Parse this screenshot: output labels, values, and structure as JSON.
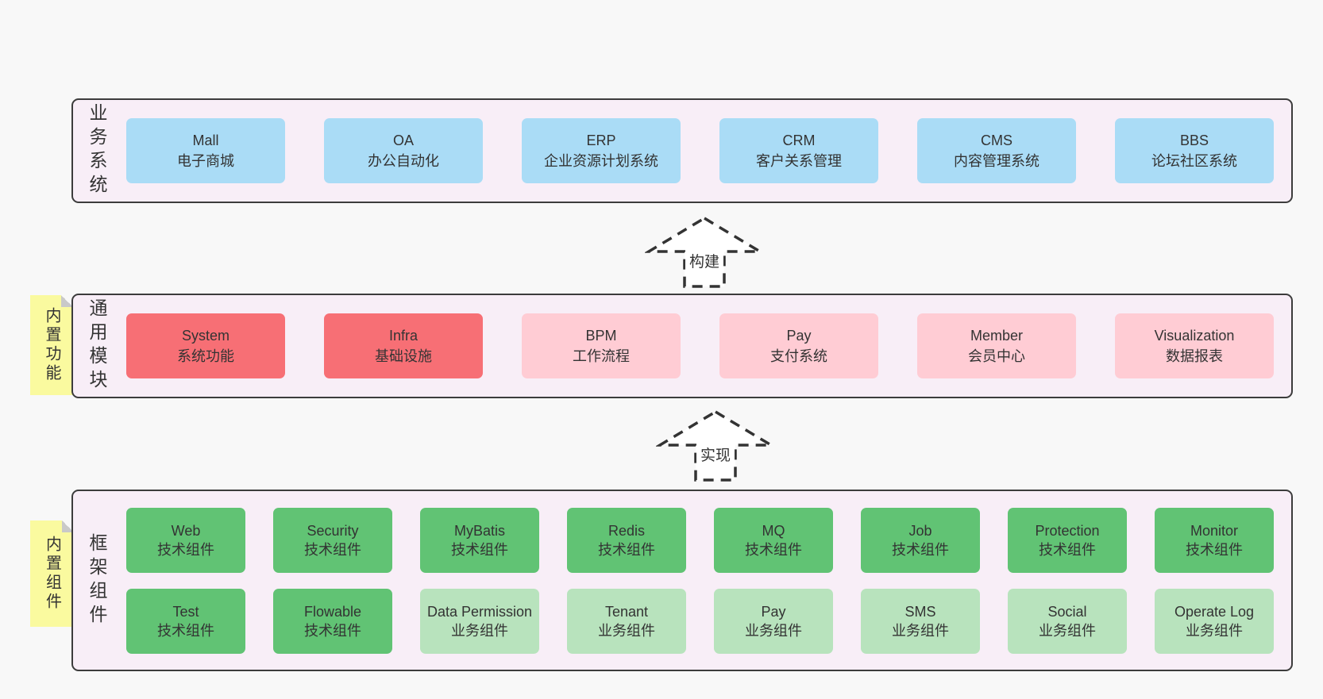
{
  "colors": {
    "page_background": "#f8f8f8",
    "container_fill": "#f8eef7",
    "container_border": "#3c3c3c",
    "business_box": "#aadcf6",
    "module_box_highlight": "#f76f75",
    "module_box": "#ffccd4",
    "tech_component_box": "#61c374",
    "biz_component_box": "#b8e3bd",
    "sticky_note": "#fafa9f",
    "text": "#333333"
  },
  "arrows": {
    "build": "构建",
    "implement": "实现"
  },
  "layers": {
    "business": {
      "label": "业务系统",
      "boxes": [
        {
          "name": "Mall",
          "desc": "电子商城"
        },
        {
          "name": "OA",
          "desc": "办公自动化"
        },
        {
          "name": "ERP",
          "desc": "企业资源计划系统"
        },
        {
          "name": "CRM",
          "desc": "客户关系管理"
        },
        {
          "name": "CMS",
          "desc": "内容管理系统"
        },
        {
          "name": "BBS",
          "desc": "论坛社区系统"
        }
      ]
    },
    "modules": {
      "label": "通用模块",
      "sticky": "内置功能",
      "boxes": [
        {
          "name": "System",
          "desc": "系统功能"
        },
        {
          "name": "Infra",
          "desc": "基础设施"
        },
        {
          "name": "BPM",
          "desc": "工作流程"
        },
        {
          "name": "Pay",
          "desc": "支付系统"
        },
        {
          "name": "Member",
          "desc": "会员中心"
        },
        {
          "name": "Visualization",
          "desc": "数据报表"
        }
      ]
    },
    "components": {
      "label": "框架组件",
      "sticky": "内置组件",
      "rows": [
        [
          {
            "name": "Web",
            "desc": "技术组件"
          },
          {
            "name": "Security",
            "desc": "技术组件"
          },
          {
            "name": "MyBatis",
            "desc": "技术组件"
          },
          {
            "name": "Redis",
            "desc": "技术组件"
          },
          {
            "name": "MQ",
            "desc": "技术组件"
          },
          {
            "name": "Job",
            "desc": "技术组件"
          },
          {
            "name": "Protection",
            "desc": "技术组件"
          },
          {
            "name": "Monitor",
            "desc": "技术组件"
          }
        ],
        [
          {
            "name": "Test",
            "desc": "技术组件"
          },
          {
            "name": "Flowable",
            "desc": "技术组件"
          },
          {
            "name": "Data Permission",
            "desc": "业务组件"
          },
          {
            "name": "Tenant",
            "desc": "业务组件"
          },
          {
            "name": "Pay",
            "desc": "业务组件"
          },
          {
            "name": "SMS",
            "desc": "业务组件"
          },
          {
            "name": "Social",
            "desc": "业务组件"
          },
          {
            "name": "Operate Log",
            "desc": "业务组件"
          }
        ]
      ]
    }
  }
}
